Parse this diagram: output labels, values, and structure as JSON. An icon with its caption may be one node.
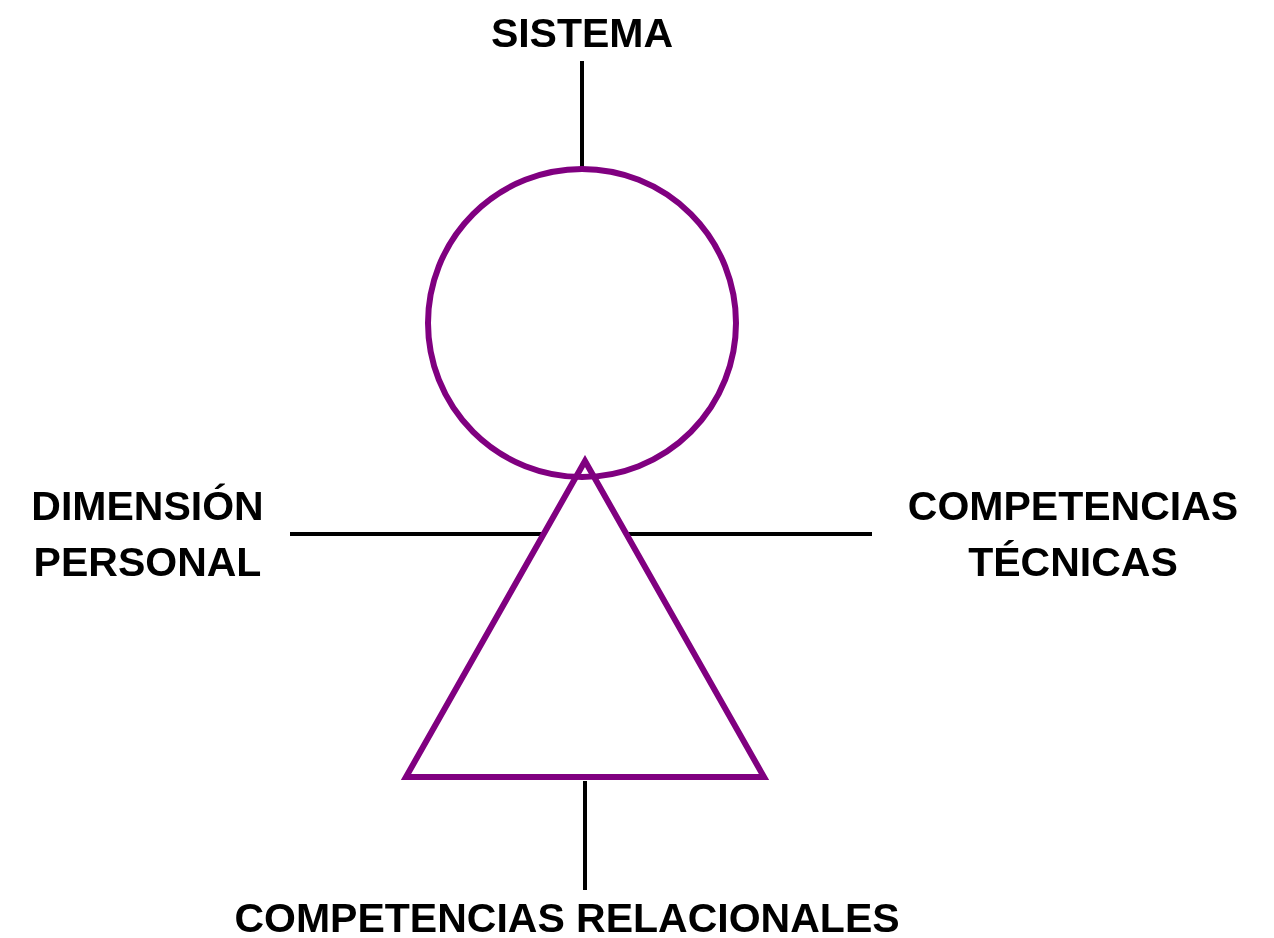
{
  "diagram": {
    "nodes": [
      {
        "text": [
          "SISTEMA"
        ]
      },
      {
        "text": [],
        "shape": "circle"
      },
      {
        "text": [
          "DIMENSIÓN PERSONAL"
        ]
      },
      {
        "text": [],
        "shape": "triangle"
      },
      {
        "text": [
          "COMPETENCIAS TÉCNICAS"
        ]
      },
      {
        "text": [
          "COMPETENCIAS RELACIONALES"
        ]
      }
    ],
    "edges": [
      {
        "from": 0,
        "to": 1,
        "arrow": "none"
      },
      {
        "from": 2,
        "to": 3,
        "arrow": "none"
      },
      {
        "from": 4,
        "to": 3,
        "arrow": "none"
      },
      {
        "from": 5,
        "to": 3,
        "arrow": "none"
      }
    ]
  }
}
